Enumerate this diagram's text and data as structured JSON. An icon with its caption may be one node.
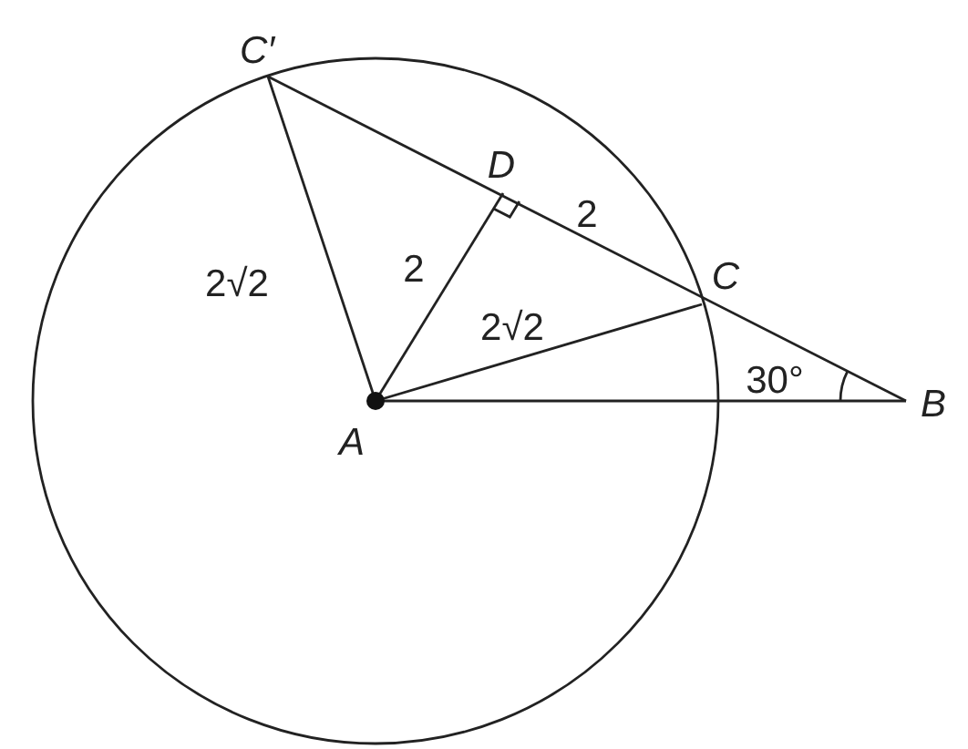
{
  "diagram": {
    "labels": [
      "C′",
      "D",
      "2",
      "2√2",
      "2",
      "C",
      "2√2",
      "30°",
      "B",
      "A"
    ]
  }
}
